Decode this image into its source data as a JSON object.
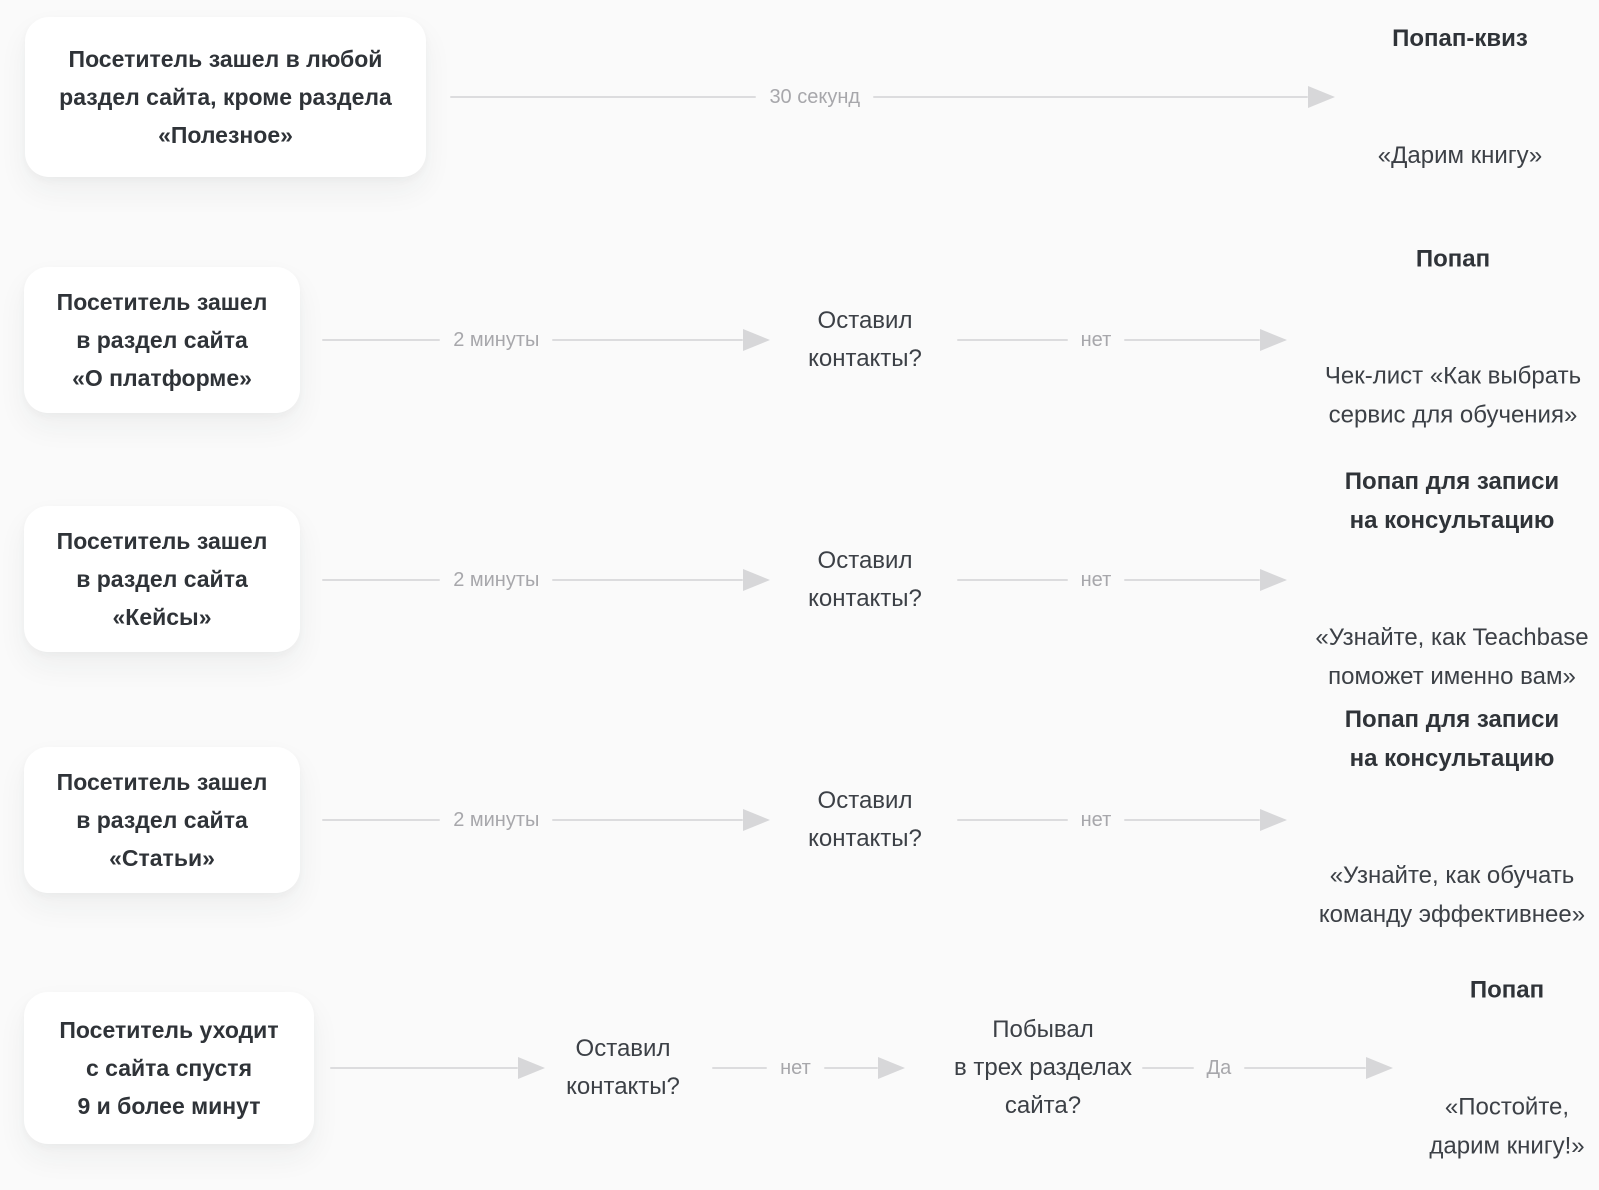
{
  "colors": {
    "background": "#fafafa",
    "card_background": "#ffffff",
    "text_dark": "#2f3338",
    "text_gray_label": "#a7a7ab",
    "connector_line": "#dcdcde",
    "arrowhead": "#d7d7d9"
  },
  "rows": [
    {
      "card": [
        "Посетитель зашел в любой",
        "раздел сайта, кроме раздела",
        "«Полезное»"
      ],
      "arrow1_label": "30 секунд",
      "result": {
        "title": [
          "Попап-квиз"
        ],
        "body": [
          "«Дарим книгу»"
        ]
      }
    },
    {
      "card": [
        "Посетитель зашел",
        "в раздел сайта",
        "«О платформе»"
      ],
      "arrow1_label": "2 минуты",
      "question1": [
        "Оставил",
        "контакты?"
      ],
      "arrow2_label": "нет",
      "result": {
        "title": [
          "Попап"
        ],
        "body": [
          "Чек-лист «Как выбрать",
          "сервис для обучения»"
        ]
      }
    },
    {
      "card": [
        "Посетитель зашел",
        "в раздел сайта",
        "«Кейсы»"
      ],
      "arrow1_label": "2 минуты",
      "question1": [
        "Оставил",
        "контакты?"
      ],
      "arrow2_label": "нет",
      "result": {
        "title": [
          "Попап для записи",
          "на консультацию"
        ],
        "body": [
          "«Узнайте, как Teachbase",
          "поможет именно вам»"
        ]
      }
    },
    {
      "card": [
        "Посетитель зашел",
        "в раздел сайта",
        "«Статьи»"
      ],
      "arrow1_label": "2 минуты",
      "question1": [
        "Оставил",
        "контакты?"
      ],
      "arrow2_label": "нет",
      "result": {
        "title": [
          "Попап для записи",
          "на консультацию"
        ],
        "body": [
          "«Узнайте, как обучать",
          "команду эффективнее»"
        ]
      }
    },
    {
      "card": [
        "Посетитель уходит",
        "с сайта спустя",
        "9 и более минут"
      ],
      "question1": [
        "Оставил",
        "контакты?"
      ],
      "arrow2_label": "нет",
      "question2": [
        "Побывал",
        "в трех разделах",
        "сайта?"
      ],
      "arrow3_label": "Да",
      "result": {
        "title": [
          "Попап"
        ],
        "body": [
          "«Постойте,",
          "дарим книгу!»"
        ]
      }
    }
  ]
}
